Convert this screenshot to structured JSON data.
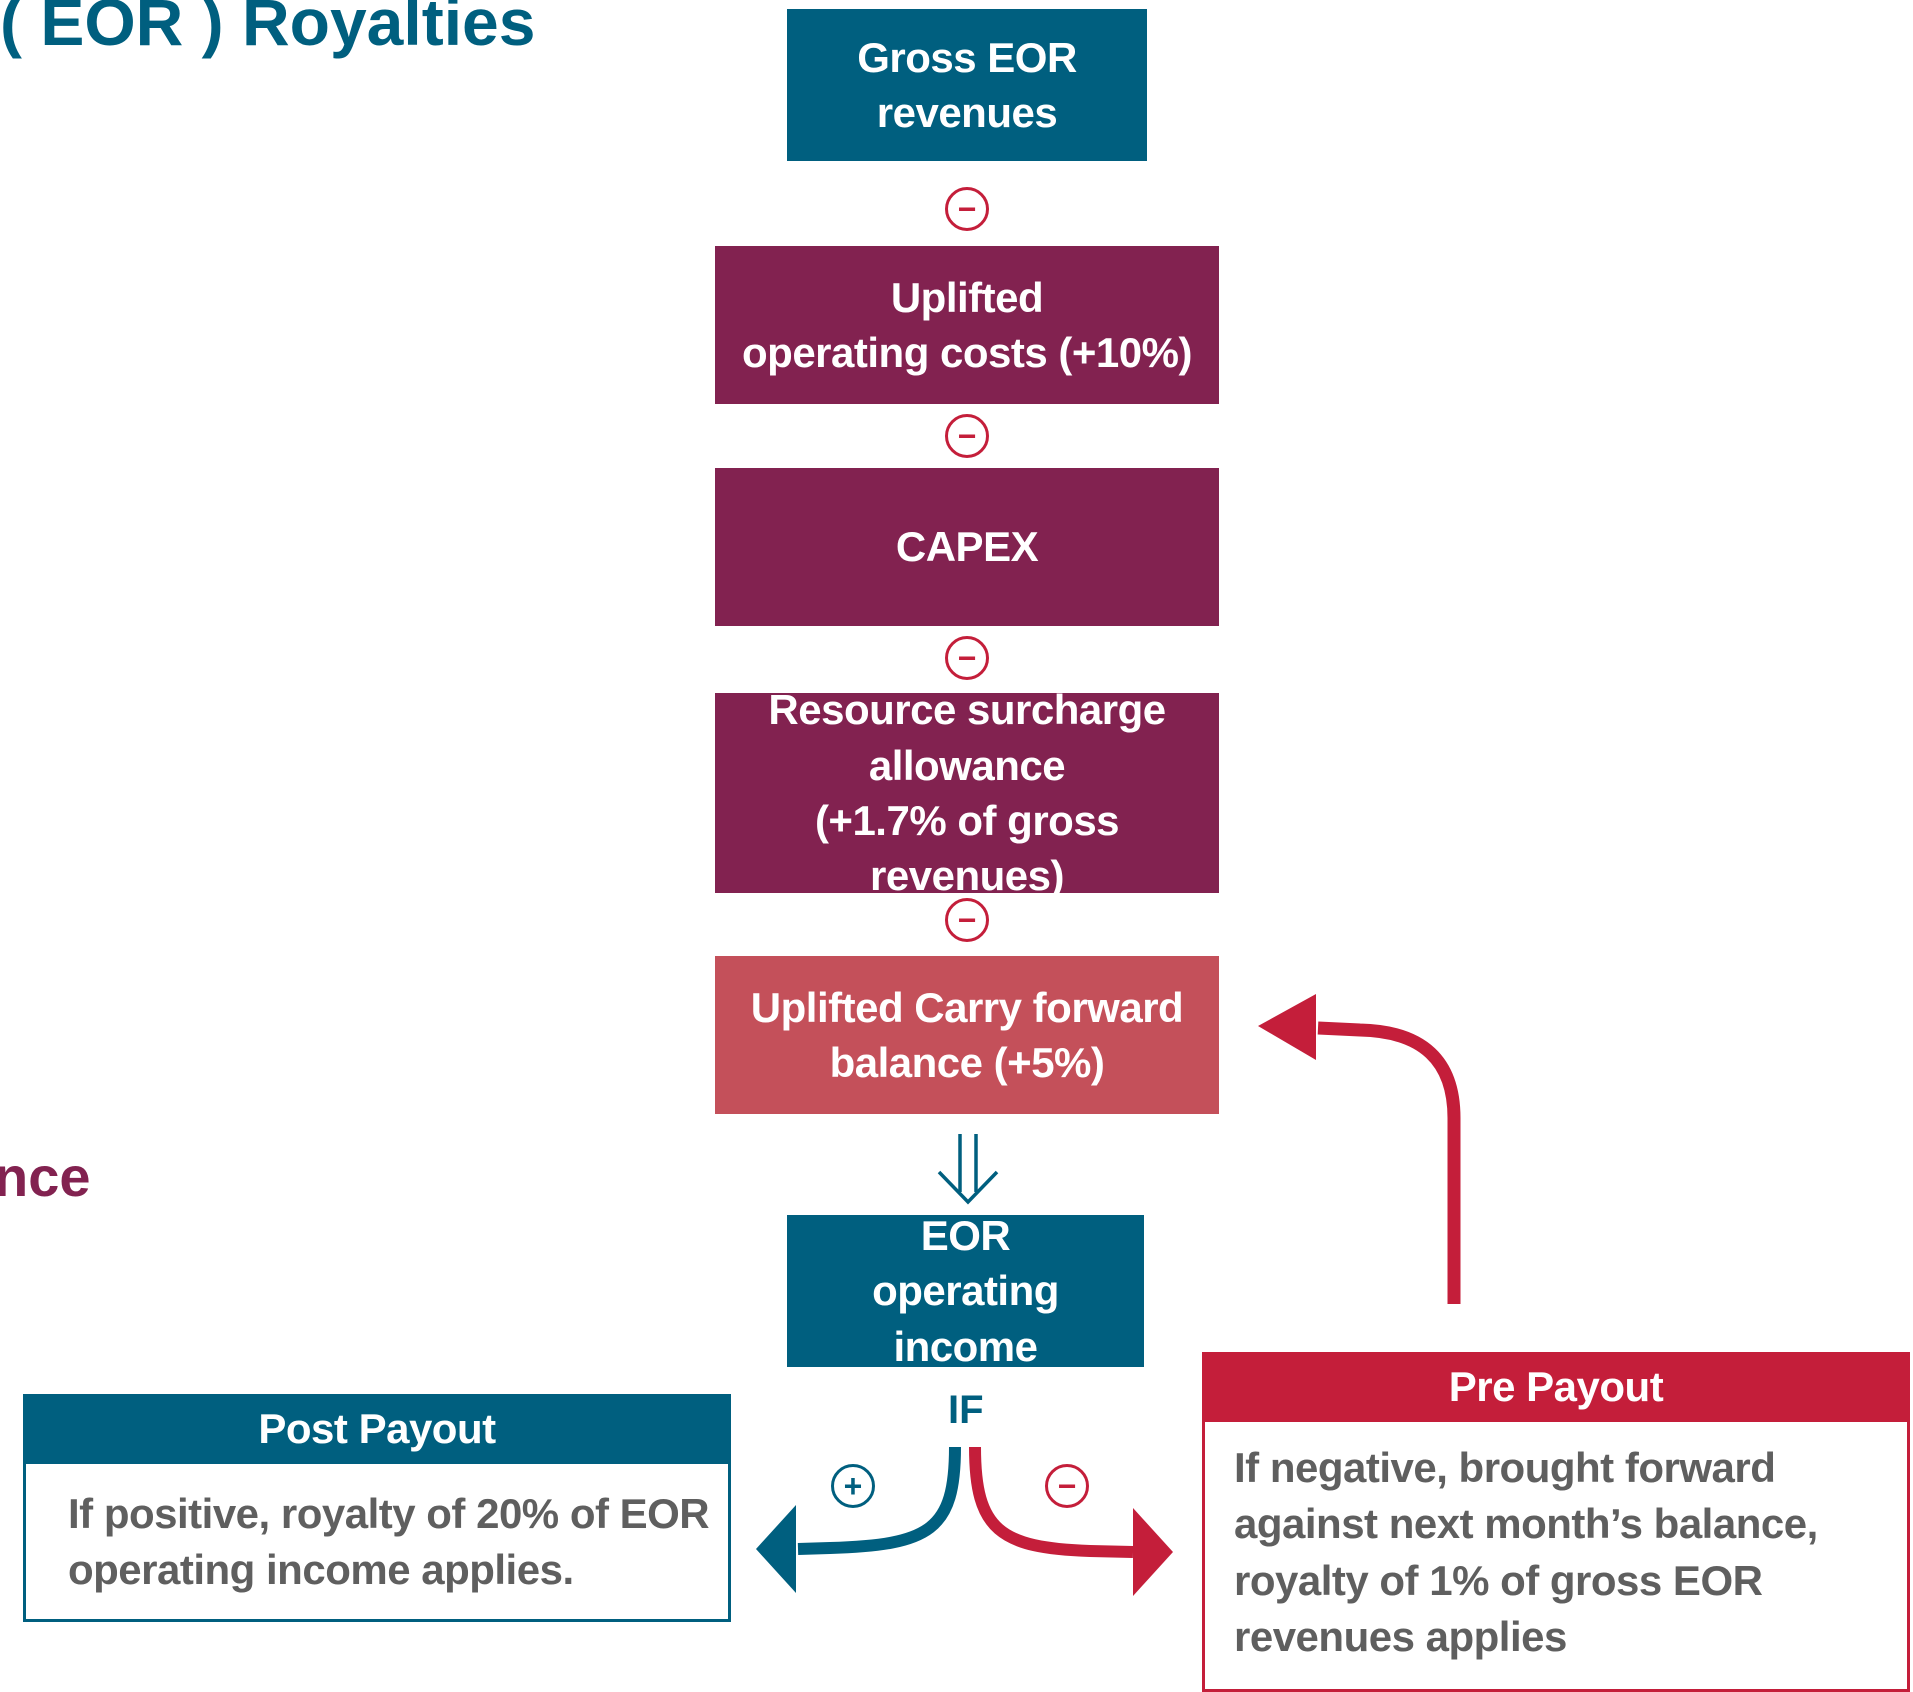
{
  "header": {
    "title_fragment": "( EOR ) Royalties",
    "side_fragment": "nce"
  },
  "flow": {
    "gross_revenues": "Gross EOR\nrevenues",
    "operating_costs": "Uplifted\noperating costs (+10%)",
    "capex": "CAPEX",
    "resource_surcharge": "Resource surcharge\nallowance\n(+1.7% of gross revenues)",
    "carry_forward": "Uplifted Carry forward\nbalance (+5%)",
    "operating_income": "EOR\noperating income",
    "if_label": "IF"
  },
  "operators": {
    "minus": "−",
    "plus": "+"
  },
  "post_payout": {
    "title": "Post Payout",
    "text": "If positive, royalty of 20% of EOR\noperating income applies."
  },
  "pre_payout": {
    "title": "Pre Payout",
    "text": "If negative, brought forward\nagainst next month’s balance,\nroyalty of 1% of gross EOR\nrevenues applies"
  },
  "colors": {
    "teal": "#005f7f",
    "purple": "#822250",
    "rose": "#c4505a",
    "red": "#c41e3a"
  }
}
